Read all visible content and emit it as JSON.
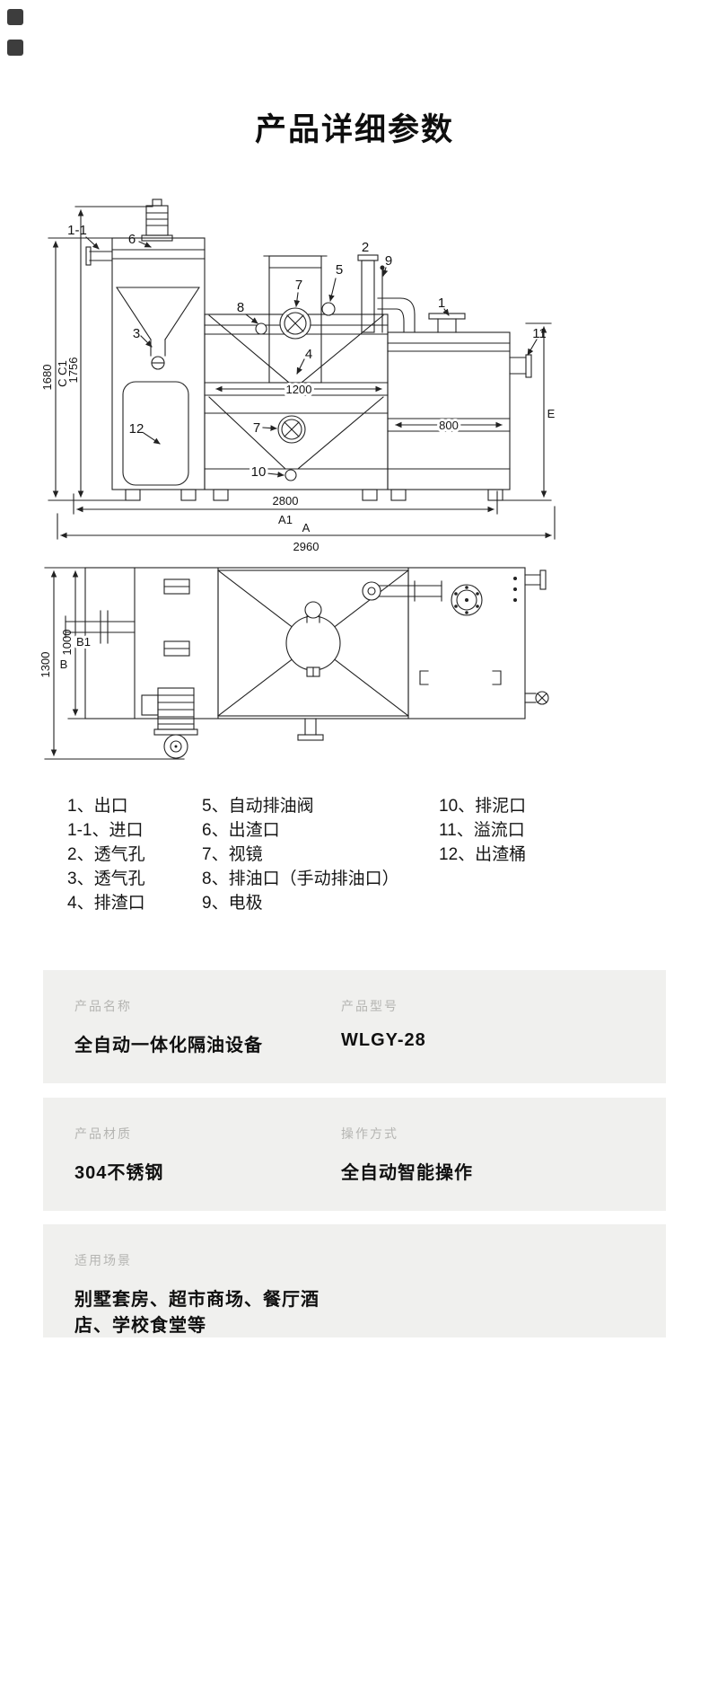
{
  "page": {
    "title": "产品详细参数"
  },
  "colors": {
    "card_bg": "#f0f0ee",
    "label_gray": "#b5b5b2",
    "ink": "#111111"
  },
  "diagram": {
    "front": {
      "dims": {
        "h1680": "1680",
        "cc1": "C C1",
        "h1756": "1756",
        "w1200": "1200",
        "w800": "800",
        "w2800": "2800",
        "a1": "A1",
        "a": "A",
        "w2960": "2960",
        "e": "E"
      },
      "parts": {
        "p1": "1",
        "p1_1": "1-1",
        "p2": "2",
        "p3": "3",
        "p4": "4",
        "p5": "5",
        "p6": "6",
        "p7_top": "7",
        "p7_mid": "7",
        "p8": "8",
        "p9": "9",
        "p10": "10",
        "p11": "11",
        "p12": "12"
      }
    },
    "plan": {
      "dims": {
        "h1300": "1300",
        "b": "B",
        "h1000": "1000",
        "b1": "B1"
      }
    }
  },
  "legend": {
    "col1": [
      "1、出口",
      "1-1、进口",
      "2、透气孔",
      "3、透气孔",
      "4、排渣口"
    ],
    "col2": [
      "5、自动排油阀",
      "6、出渣口",
      "7、视镜",
      "8、排油口（手动排油口）",
      "9、电极"
    ],
    "col3": [
      "10、排泥口",
      "11、溢流口",
      "12、出渣桶"
    ]
  },
  "cards": [
    {
      "fields": [
        {
          "label": "产品名称",
          "value": "全自动一体化隔油设备"
        },
        {
          "label": "产品型号",
          "value": "WLGY-28"
        }
      ]
    },
    {
      "fields": [
        {
          "label": "产品材质",
          "value": "304不锈钢"
        },
        {
          "label": "操作方式",
          "value": "全自动智能操作"
        }
      ]
    },
    {
      "fields": [
        {
          "label": "适用场景",
          "value": "别墅套房、超市商场、餐厅酒店、学校食堂等"
        }
      ]
    }
  ]
}
